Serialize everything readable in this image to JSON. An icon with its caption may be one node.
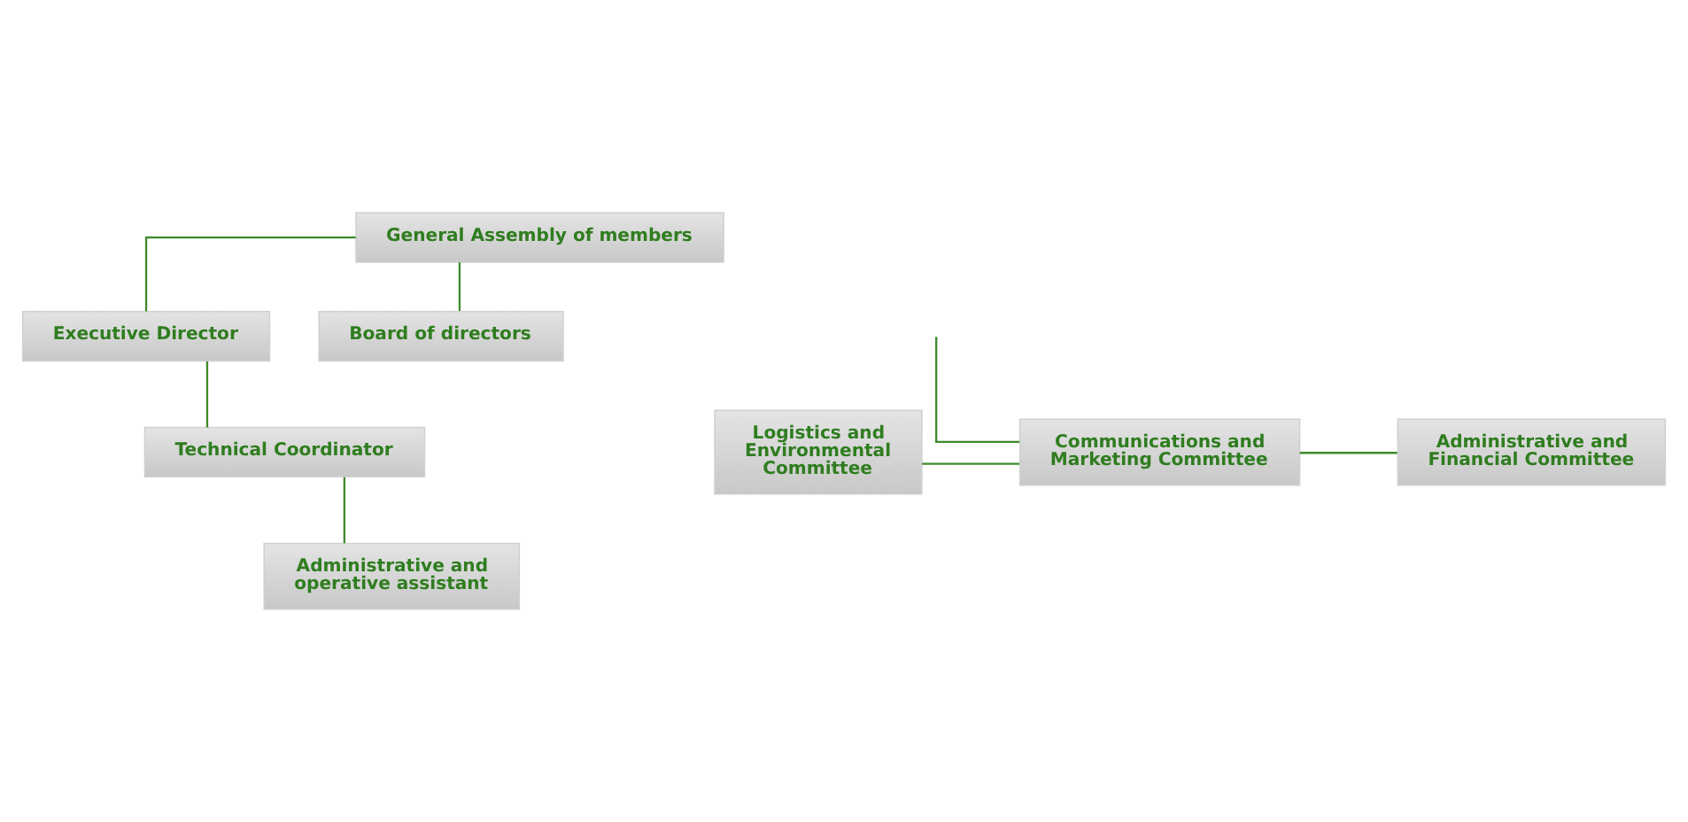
{
  "diagram": {
    "nodes": [
      {
        "text": [
          "General Assembly of members"
        ]
      },
      {
        "text": [
          "Executive Director"
        ]
      },
      {
        "text": [
          "Board of directors"
        ]
      },
      {
        "text": [
          "Technical Coordinator"
        ]
      },
      {
        "text": [
          "Administrative and operative assistant"
        ]
      },
      {
        "text": [
          "Logistics and Environmental Committee"
        ]
      },
      {
        "text": [
          "Communications and Marketing Committee"
        ]
      },
      {
        "text": [
          "Administrative and Financial Committee"
        ]
      }
    ],
    "edges": [
      {
        "from": 0,
        "to": 2,
        "arrow": "none"
      },
      {
        "from": 0,
        "to": 1,
        "arrow": "none"
      },
      {
        "from": 1,
        "to": 3,
        "arrow": "none"
      },
      {
        "from": 3,
        "to": 4,
        "arrow": "none"
      },
      {
        "from": null,
        "to": 6,
        "arrow": "none"
      },
      {
        "from": 5,
        "to": 6,
        "arrow": "none"
      },
      {
        "from": 6,
        "to": 7,
        "arrow": "none"
      }
    ]
  }
}
